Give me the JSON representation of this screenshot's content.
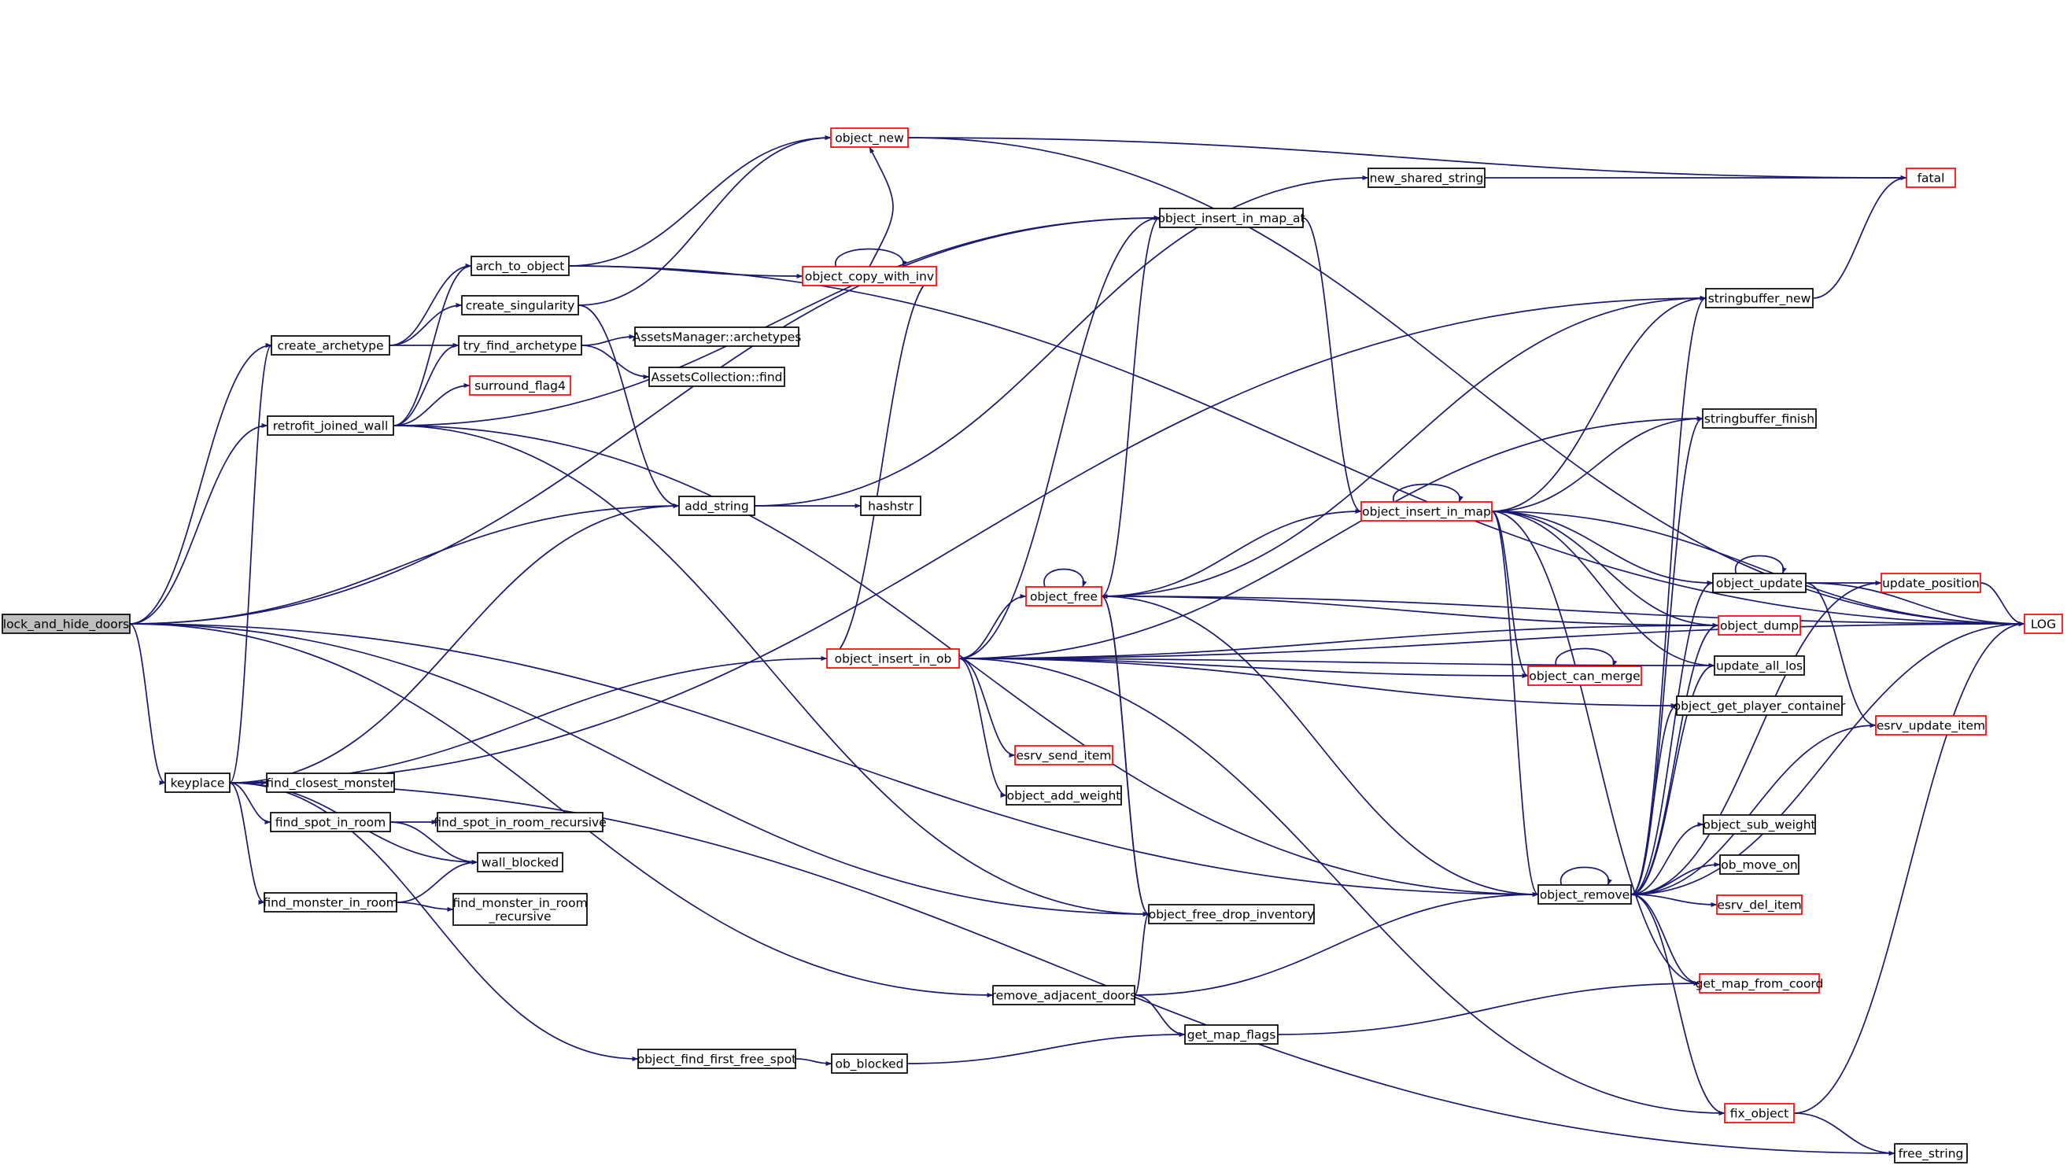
{
  "colors": {
    "edge": "#191970",
    "node_border": "#000000",
    "node_border_truncated": "#ff0000",
    "root_fill": "#bfbfbf",
    "node_fill": "#ffffff"
  },
  "nodes": [
    {
      "id": "lock_and_hide_doors",
      "label": "lock_and_hide_doors",
      "root": true
    },
    {
      "id": "create_archetype",
      "label": "create_archetype"
    },
    {
      "id": "retrofit_joined_wall",
      "label": "retrofit_joined_wall"
    },
    {
      "id": "keyplace",
      "label": "keyplace"
    },
    {
      "id": "arch_to_object",
      "label": "arch_to_object"
    },
    {
      "id": "create_singularity",
      "label": "create_singularity"
    },
    {
      "id": "try_find_archetype",
      "label": "try_find_archetype"
    },
    {
      "id": "surround_flag4",
      "label": "surround_flag4",
      "truncated": true
    },
    {
      "id": "add_string",
      "label": "add_string"
    },
    {
      "id": "find_closest_monster",
      "label": "find_closest_monster"
    },
    {
      "id": "find_spot_in_room",
      "label": "find_spot_in_room"
    },
    {
      "id": "wall_blocked",
      "label": "wall_blocked"
    },
    {
      "id": "find_monster_in_room",
      "label": "find_monster_in_room"
    },
    {
      "id": "object_find_first_free_spot",
      "label": "object_find_first_free_spot"
    },
    {
      "id": "object_new",
      "label": "object_new",
      "truncated": true
    },
    {
      "id": "object_copy_with_inv",
      "label": "object_copy_with_inv",
      "truncated": true
    },
    {
      "id": "AssetsManager_archetypes",
      "label": "AssetsManager::archetypes"
    },
    {
      "id": "AssetsCollection_find",
      "label": "AssetsCollection::find"
    },
    {
      "id": "hashstr",
      "label": "hashstr"
    },
    {
      "id": "find_spot_in_room_recursive",
      "label": "find_spot_in_room_recursive"
    },
    {
      "id": "find_monster_in_room_recursive",
      "label": "find_monster_in_room\n_recursive"
    },
    {
      "id": "ob_blocked",
      "label": "ob_blocked"
    },
    {
      "id": "new_shared_string",
      "label": "new_shared_string"
    },
    {
      "id": "object_insert_in_map_at",
      "label": "object_insert_in_map_at"
    },
    {
      "id": "object_insert_in_ob",
      "label": "object_insert_in_ob",
      "truncated": true
    },
    {
      "id": "object_free",
      "label": "object_free",
      "truncated": true
    },
    {
      "id": "esrv_send_item",
      "label": "esrv_send_item",
      "truncated": true
    },
    {
      "id": "object_add_weight",
      "label": "object_add_weight"
    },
    {
      "id": "object_free_drop_inventory",
      "label": "object_free_drop_inventory"
    },
    {
      "id": "remove_adjacent_doors",
      "label": "remove_adjacent_doors"
    },
    {
      "id": "get_map_flags",
      "label": "get_map_flags"
    },
    {
      "id": "object_insert_in_map",
      "label": "object_insert_in_map",
      "truncated": true
    },
    {
      "id": "object_can_merge",
      "label": "object_can_merge",
      "truncated": true
    },
    {
      "id": "object_remove",
      "label": "object_remove"
    },
    {
      "id": "stringbuffer_new",
      "label": "stringbuffer_new"
    },
    {
      "id": "stringbuffer_finish",
      "label": "stringbuffer_finish"
    },
    {
      "id": "object_update",
      "label": "object_update"
    },
    {
      "id": "object_dump",
      "label": "object_dump",
      "truncated": true
    },
    {
      "id": "update_all_los",
      "label": "update_all_los"
    },
    {
      "id": "object_get_player_container",
      "label": "object_get_player_container"
    },
    {
      "id": "object_sub_weight",
      "label": "object_sub_weight"
    },
    {
      "id": "ob_move_on",
      "label": "ob_move_on"
    },
    {
      "id": "esrv_del_item",
      "label": "esrv_del_item",
      "truncated": true
    },
    {
      "id": "get_map_from_coord",
      "label": "get_map_from_coord",
      "truncated": true
    },
    {
      "id": "fix_object",
      "label": "fix_object",
      "truncated": true
    },
    {
      "id": "free_string",
      "label": "free_string"
    },
    {
      "id": "fatal",
      "label": "fatal",
      "truncated": true
    },
    {
      "id": "update_position",
      "label": "update_position",
      "truncated": true
    },
    {
      "id": "esrv_update_item",
      "label": "esrv_update_item",
      "truncated": true
    },
    {
      "id": "LOG",
      "label": "LOG",
      "truncated": true
    }
  ],
  "edges": [
    [
      "lock_and_hide_doors",
      "create_archetype"
    ],
    [
      "lock_and_hide_doors",
      "retrofit_joined_wall"
    ],
    [
      "lock_and_hide_doors",
      "keyplace"
    ],
    [
      "lock_and_hide_doors",
      "add_string"
    ],
    [
      "lock_and_hide_doors",
      "object_insert_in_map_at"
    ],
    [
      "lock_and_hide_doors",
      "object_free_drop_inventory"
    ],
    [
      "lock_and_hide_doors",
      "object_remove"
    ],
    [
      "lock_and_hide_doors",
      "remove_adjacent_doors"
    ],
    [
      "create_archetype",
      "arch_to_object"
    ],
    [
      "create_archetype",
      "create_singularity"
    ],
    [
      "create_archetype",
      "try_find_archetype"
    ],
    [
      "retrofit_joined_wall",
      "arch_to_object"
    ],
    [
      "retrofit_joined_wall",
      "try_find_archetype"
    ],
    [
      "retrofit_joined_wall",
      "surround_flag4"
    ],
    [
      "retrofit_joined_wall",
      "object_insert_in_map_at"
    ],
    [
      "retrofit_joined_wall",
      "object_free_drop_inventory"
    ],
    [
      "retrofit_joined_wall",
      "object_remove"
    ],
    [
      "keyplace",
      "create_archetype"
    ],
    [
      "keyplace",
      "add_string"
    ],
    [
      "keyplace",
      "find_closest_monster"
    ],
    [
      "keyplace",
      "find_spot_in_room"
    ],
    [
      "keyplace",
      "wall_blocked"
    ],
    [
      "keyplace",
      "find_monster_in_room"
    ],
    [
      "keyplace",
      "object_find_first_free_spot"
    ],
    [
      "keyplace",
      "object_insert_in_ob"
    ],
    [
      "keyplace",
      "stringbuffer_new"
    ],
    [
      "keyplace",
      "free_string"
    ],
    [
      "arch_to_object",
      "object_new"
    ],
    [
      "arch_to_object",
      "object_copy_with_inv"
    ],
    [
      "arch_to_object",
      "LOG"
    ],
    [
      "create_singularity",
      "add_string"
    ],
    [
      "create_singularity",
      "object_new"
    ],
    [
      "try_find_archetype",
      "AssetsManager_archetypes"
    ],
    [
      "try_find_archetype",
      "AssetsCollection_find"
    ],
    [
      "add_string",
      "hashstr"
    ],
    [
      "add_string",
      "new_shared_string"
    ],
    [
      "find_spot_in_room",
      "find_spot_in_room_recursive"
    ],
    [
      "find_spot_in_room",
      "wall_blocked"
    ],
    [
      "find_monster_in_room",
      "wall_blocked"
    ],
    [
      "find_monster_in_room",
      "find_monster_in_room_recursive"
    ],
    [
      "object_find_first_free_spot",
      "ob_blocked"
    ],
    [
      "ob_blocked",
      "get_map_flags"
    ],
    [
      "object_new",
      "fatal"
    ],
    [
      "object_new",
      "LOG"
    ],
    [
      "object_copy_with_inv",
      "object_copy_with_inv"
    ],
    [
      "object_copy_with_inv",
      "object_new"
    ],
    [
      "object_copy_with_inv",
      "object_insert_in_ob"
    ],
    [
      "new_shared_string",
      "fatal"
    ],
    [
      "object_insert_in_map_at",
      "object_insert_in_map"
    ],
    [
      "object_insert_in_ob",
      "object_insert_in_map_at"
    ],
    [
      "object_insert_in_ob",
      "object_free"
    ],
    [
      "object_insert_in_ob",
      "esrv_send_item"
    ],
    [
      "object_insert_in_ob",
      "object_add_weight"
    ],
    [
      "object_insert_in_ob",
      "stringbuffer_finish"
    ],
    [
      "object_insert_in_ob",
      "object_can_merge"
    ],
    [
      "object_insert_in_ob",
      "object_dump"
    ],
    [
      "object_insert_in_ob",
      "update_all_los"
    ],
    [
      "object_insert_in_ob",
      "object_get_player_container"
    ],
    [
      "object_insert_in_ob",
      "fix_object"
    ],
    [
      "object_insert_in_ob",
      "LOG"
    ],
    [
      "object_free",
      "object_free"
    ],
    [
      "object_free",
      "object_insert_in_map_at"
    ],
    [
      "object_free",
      "object_free_drop_inventory"
    ],
    [
      "object_free",
      "object_remove"
    ],
    [
      "object_free",
      "stringbuffer_new"
    ],
    [
      "object_free",
      "object_dump"
    ],
    [
      "object_free",
      "LOG"
    ],
    [
      "object_free_drop_inventory",
      "object_free"
    ],
    [
      "remove_adjacent_doors",
      "object_free_drop_inventory"
    ],
    [
      "remove_adjacent_doors",
      "object_remove"
    ],
    [
      "remove_adjacent_doors",
      "get_map_flags"
    ],
    [
      "get_map_flags",
      "get_map_from_coord"
    ],
    [
      "object_insert_in_map",
      "object_insert_in_map"
    ],
    [
      "object_insert_in_map",
      "object_free"
    ],
    [
      "object_insert_in_map",
      "stringbuffer_new"
    ],
    [
      "object_insert_in_map",
      "stringbuffer_finish"
    ],
    [
      "object_insert_in_map",
      "object_update"
    ],
    [
      "object_insert_in_map",
      "object_dump"
    ],
    [
      "object_insert_in_map",
      "update_all_los"
    ],
    [
      "object_insert_in_map",
      "object_can_merge"
    ],
    [
      "object_insert_in_map",
      "object_remove"
    ],
    [
      "object_insert_in_map",
      "get_map_from_coord"
    ],
    [
      "object_insert_in_map",
      "LOG"
    ],
    [
      "object_can_merge",
      "object_can_merge"
    ],
    [
      "object_remove",
      "object_remove"
    ],
    [
      "object_remove",
      "stringbuffer_new"
    ],
    [
      "object_remove",
      "stringbuffer_finish"
    ],
    [
      "object_remove",
      "object_update"
    ],
    [
      "object_remove",
      "object_dump"
    ],
    [
      "object_remove",
      "update_all_los"
    ],
    [
      "object_remove",
      "object_get_player_container"
    ],
    [
      "object_remove",
      "update_position"
    ],
    [
      "object_remove",
      "esrv_update_item"
    ],
    [
      "object_remove",
      "object_sub_weight"
    ],
    [
      "object_remove",
      "ob_move_on"
    ],
    [
      "object_remove",
      "esrv_del_item"
    ],
    [
      "object_remove",
      "get_map_from_coord"
    ],
    [
      "object_remove",
      "fix_object"
    ],
    [
      "object_remove",
      "LOG"
    ],
    [
      "stringbuffer_new",
      "fatal"
    ],
    [
      "object_update",
      "object_update"
    ],
    [
      "object_update",
      "update_position"
    ],
    [
      "object_update",
      "esrv_update_item"
    ],
    [
      "object_update",
      "LOG"
    ],
    [
      "update_position",
      "LOG"
    ],
    [
      "fix_object",
      "free_string"
    ],
    [
      "fix_object",
      "LOG"
    ]
  ]
}
